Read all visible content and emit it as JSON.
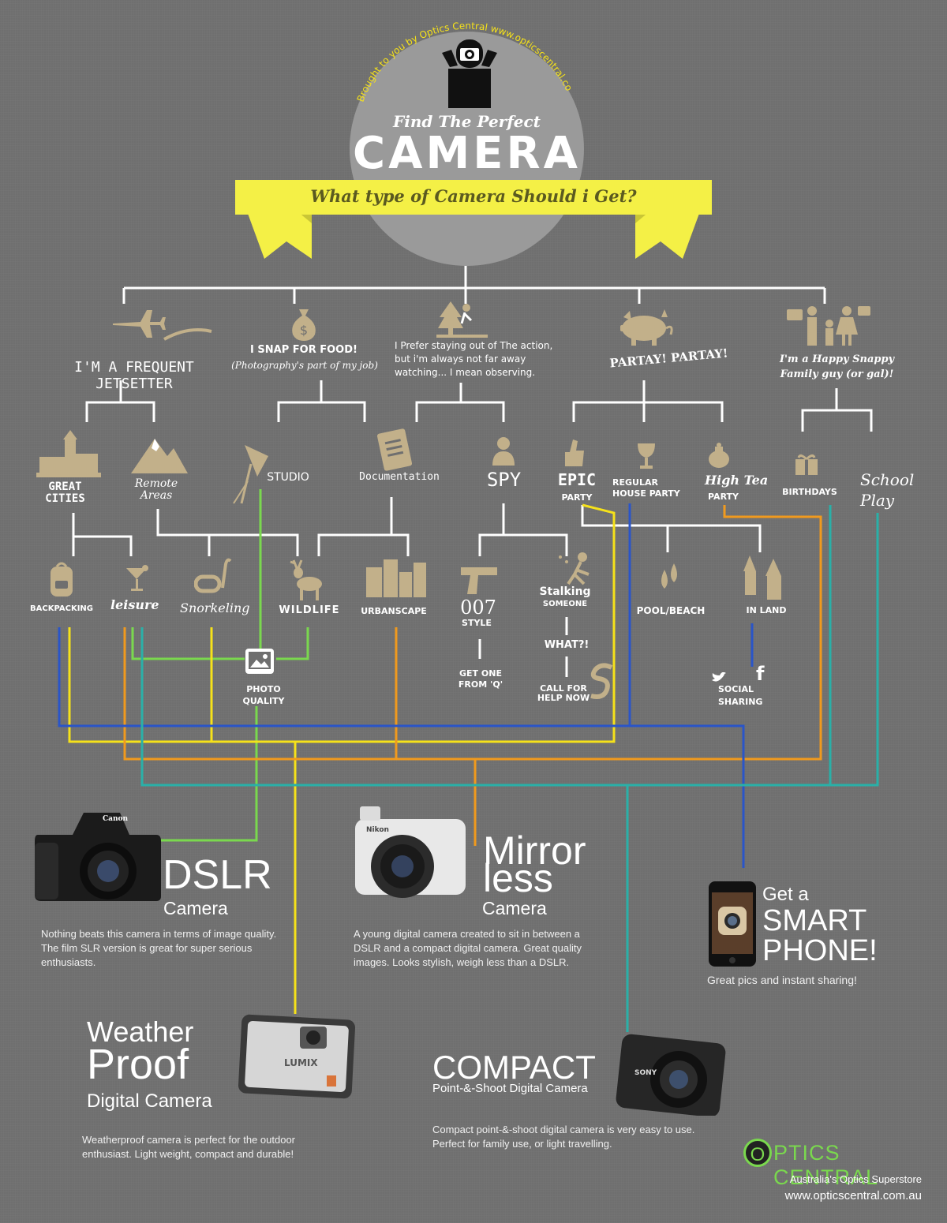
{
  "header": {
    "arc_text": "Brought to you by Optics Central www.opticscentral.com.au",
    "subtitle": "Find The Perfect",
    "title": "CAMERA",
    "banner": "What type of Camera Should i Get?"
  },
  "categories": {
    "jetsetter": "I'M A FREQUENT JETSETTER",
    "food_1": "I SNAP FOR FOOD!",
    "food_2": "(Photography's part of my job)",
    "action": "I Prefer staying out of The action, but i'm always not far away watching... I mean observing.",
    "party": "PARTAY! PARTAY!",
    "family": "I'm a Happy Snappy Family guy (or gal)!"
  },
  "sub": {
    "great_cities": "GREAT CITIES",
    "remote_areas": "Remote Areas",
    "studio": "STUDIO",
    "documentation": "Documentation",
    "spy": "SPY",
    "epic_1": "EPIC",
    "epic_2": "PARTY",
    "regular": "REGULAR HOUSE PARTY",
    "hightea_1": "High Tea",
    "hightea_2": "PARTY",
    "birthdays": "BIRTHDAYS",
    "school_play": "School Play"
  },
  "leaves": {
    "backpacking": "BACKPACKING",
    "leisure": "leisure",
    "snorkeling": "Snorkeling",
    "wildlife": "WILDLIFE",
    "urbanscape": "URBANSCAPE",
    "style007_1": "007",
    "style007_2": "STYLE",
    "stalking_1": "Stalking",
    "stalking_2": "SOMEONE",
    "pool_beach": "POOL/BEACH",
    "in_land": "IN LAND",
    "what": "WHAT?!",
    "get_one": "GET ONE FROM 'Q'",
    "call_for_help": "CALL FOR HELP NOW",
    "photo_quality": "PHOTO QUALITY",
    "social_sharing": "SOCIAL SHARING"
  },
  "products": {
    "dslr_title": "DSLR",
    "dslr_sub": "Camera",
    "dslr_desc": "Nothing beats this camera in terms of image quality. The film SLR version is great for super serious enthusiasts.",
    "mirror_title_1": "Mirror",
    "mirror_title_2": "less",
    "mirror_sub": "Camera",
    "mirror_desc": "A young digital camera created to sit in between a DSLR and a compact digital camera. Great quality images. Looks stylish, weigh less than a DSLR.",
    "smart_1": "Get a",
    "smart_2": "SMART",
    "smart_3": "PHONE!",
    "smart_desc": "Great pics and instant sharing!",
    "weather_1": "Weather",
    "weather_2": "Proof",
    "weather_3": "Digital Camera",
    "weather_desc": "Weatherproof camera is perfect for the outdoor enthusiast. Light weight, compact and durable!",
    "compact_1": "COMPACT",
    "compact_2": "Point-&-Shoot Digital Camera",
    "compact_desc": "Compact point-&-shoot digital camera is very easy to use. Perfect for family use, or light travelling.",
    "dslr_brand": "Canon",
    "mirror_brand": "Nikon",
    "weather_brand": "LUMIX",
    "compact_brand": "SONY"
  },
  "footer": {
    "brand_o": "O",
    "brand": "PTICS CENTRAL",
    "tagline": "Australia's Optics Superstore",
    "url": "www.opticscentral.com.au"
  },
  "colors": {
    "background": "#6f6f6f",
    "banner": "#f4f046",
    "icon_tan": "#c2b08a",
    "line_white": "#ffffff",
    "line_green": "#7ad84e",
    "line_yellow": "#f6e21a",
    "line_orange": "#f09a1e",
    "line_blue": "#2a55c8",
    "line_teal": "#2ab0a8"
  }
}
